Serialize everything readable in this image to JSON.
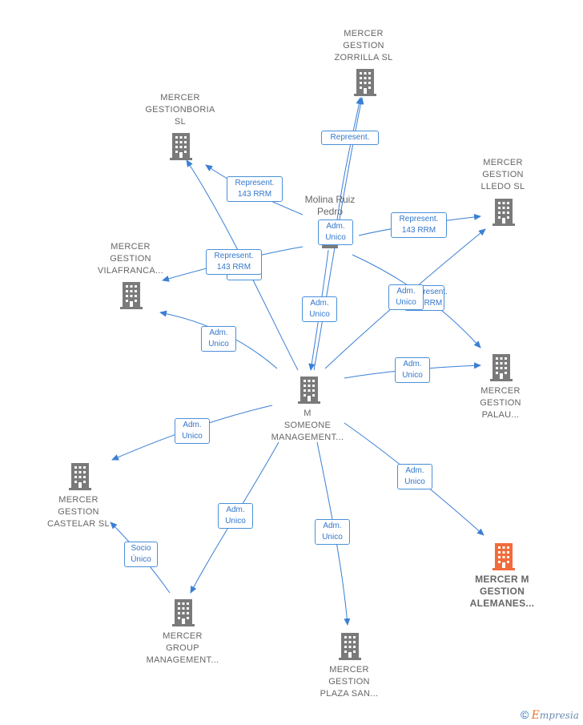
{
  "colors": {
    "edge": "#3a7fd5",
    "building": "#7a7a7a",
    "highlight": "#f26b3a",
    "label": "#666666"
  },
  "icons": {
    "company": "building-icon",
    "person": "person-icon"
  },
  "center": {
    "lines": [
      "M",
      "SOMEONE",
      "MANAGEMENT..."
    ]
  },
  "person": {
    "lines": [
      "Molina Ruiz",
      "Pedro"
    ]
  },
  "nodes": [
    {
      "id": "zorrilla",
      "lines": [
        "MERCER",
        "GESTION",
        "ZORRILLA  SL"
      ]
    },
    {
      "id": "gestionboria",
      "lines": [
        "MERCER",
        "GESTIONBORIA",
        "SL"
      ]
    },
    {
      "id": "lledo",
      "lines": [
        "MERCER",
        "GESTION",
        "LLEDO  SL"
      ]
    },
    {
      "id": "vilafranca",
      "lines": [
        "MERCER",
        "GESTION",
        "VILAFRANCA..."
      ]
    },
    {
      "id": "palau",
      "lines": [
        "MERCER",
        "GESTION",
        "PALAU..."
      ]
    },
    {
      "id": "castelar",
      "lines": [
        "MERCER",
        "GESTION",
        "CASTELAR  SL"
      ]
    },
    {
      "id": "alemanes",
      "lines": [
        "MERCER M",
        "GESTION",
        "ALEMANES..."
      ]
    },
    {
      "id": "group",
      "lines": [
        "MERCER",
        "GROUP",
        "MANAGEMENT..."
      ]
    },
    {
      "id": "plazasan",
      "lines": [
        "MERCER",
        "GESTION",
        "PLAZA SAN..."
      ]
    }
  ],
  "edge_labels": [
    {
      "id": "rep-zorrilla",
      "lines": [
        "Represent."
      ]
    },
    {
      "id": "rep-boria",
      "lines": [
        "Represent.",
        "143 RRM"
      ]
    },
    {
      "id": "rep-lledo",
      "lines": [
        "Represent.",
        "143 RRM"
      ]
    },
    {
      "id": "rep-vila",
      "lines": [
        "Represent.",
        "143 RRM"
      ]
    },
    {
      "id": "adm-person",
      "lines": [
        "Adm.",
        "Unico"
      ]
    },
    {
      "id": "adm-person-center",
      "lines": [
        "Adm.",
        "Unico"
      ]
    },
    {
      "id": "rep-palau-hidden",
      "lines": [
        "Represent.",
        "143 RRM"
      ]
    },
    {
      "id": "adm-lledo",
      "lines": [
        "Adm.",
        "Unico"
      ]
    },
    {
      "id": "adm-vila",
      "lines": [
        "Adm.",
        "Unico"
      ]
    },
    {
      "id": "adm-palau",
      "lines": [
        "Adm.",
        "Unico"
      ]
    },
    {
      "id": "adm-castelar",
      "lines": [
        "Adm.",
        "Unico"
      ]
    },
    {
      "id": "adm-alemanes",
      "lines": [
        "Adm.",
        "Unico"
      ]
    },
    {
      "id": "adm-group",
      "lines": [
        "Adm.",
        "Unico"
      ]
    },
    {
      "id": "adm-plaza",
      "lines": [
        "Adm.",
        "Unico"
      ]
    },
    {
      "id": "socio",
      "lines": [
        "Socio",
        "Único"
      ]
    }
  ],
  "footer": {
    "copyright": "©",
    "brand_initial": "E",
    "brand_rest": "mpresia"
  }
}
